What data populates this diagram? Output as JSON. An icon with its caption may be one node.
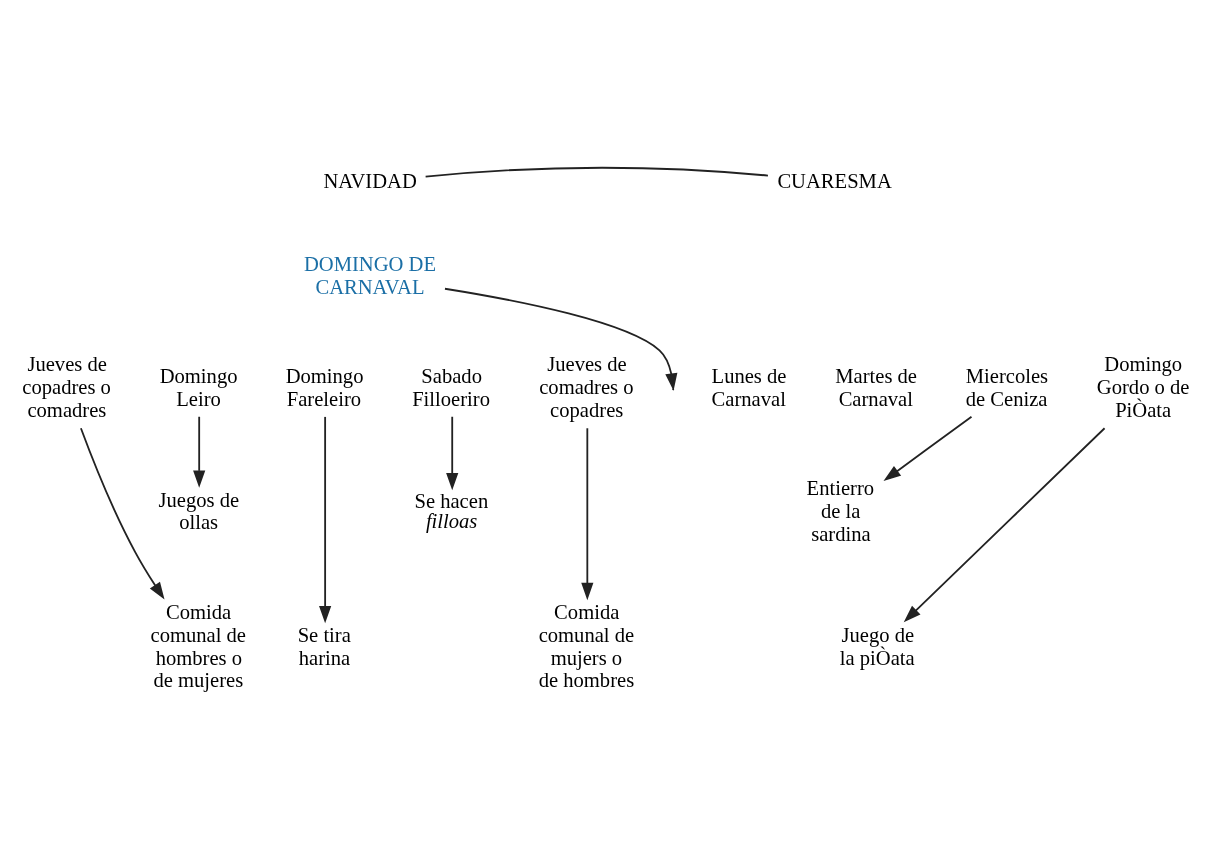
{
  "diagram": {
    "nodes": [
      {
        "text": [
          "NAVIDAD"
        ]
      },
      {
        "text": [
          "CUARESMA"
        ]
      },
      {
        "text": [
          "DOMINGO DE CARNAVAL"
        ]
      },
      {
        "text": [
          "Jueves de copadres o comadres"
        ]
      },
      {
        "text": [
          "Domingo Leiro"
        ]
      },
      {
        "text": [
          "Domingo Fareleiro"
        ]
      },
      {
        "text": [
          "Sabado Filloeriro"
        ]
      },
      {
        "text": [
          "Jueves de comadres o copadres"
        ]
      },
      {
        "text": [
          "Lunes de Carnaval"
        ]
      },
      {
        "text": [
          "Martes de Carnaval"
        ]
      },
      {
        "text": [
          "Miercoles de Ceniza"
        ]
      },
      {
        "text": [
          "Domingo Gordo o de PiÒata"
        ]
      },
      {
        "text": [
          "Juegos de ollas"
        ]
      },
      {
        "text": [
          "Se hacen *filloas*"
        ]
      },
      {
        "text": [
          "Entierro de la sardina"
        ]
      },
      {
        "text": [
          "Comida comunal de hombres o de mujeres"
        ]
      },
      {
        "text": [
          "Se tira harina"
        ]
      },
      {
        "text": [
          "Comida comunal de mujers o de hombres"
        ]
      },
      {
        "text": [
          "Juego de la piÒata"
        ]
      }
    ],
    "edges": [
      {
        "from": 0,
        "to": 1,
        "arrow": "none"
      },
      {
        "from": 2,
        "to": null,
        "arrow": "to"
      },
      {
        "from": 3,
        "to": 15,
        "arrow": "to"
      },
      {
        "from": 4,
        "to": 12,
        "arrow": "to"
      },
      {
        "from": 5,
        "to": 16,
        "arrow": "to"
      },
      {
        "from": 6,
        "to": 13,
        "arrow": "to"
      },
      {
        "from": 7,
        "to": 17,
        "arrow": "to"
      },
      {
        "from": 10,
        "to": 14,
        "arrow": "to"
      },
      {
        "from": 11,
        "to": 18,
        "arrow": "to"
      }
    ]
  }
}
